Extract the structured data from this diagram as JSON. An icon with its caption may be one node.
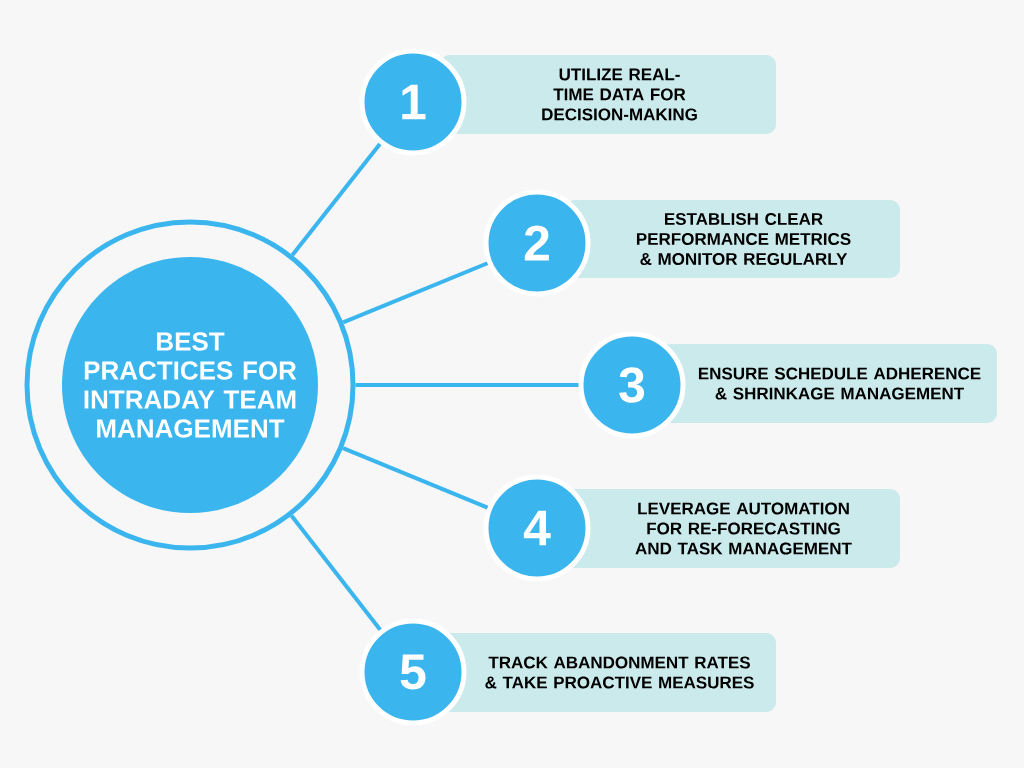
{
  "diagram": {
    "nodes": [
      {
        "text": [
          "BEST PRACTICES FOR INTRADAY TEAM MANAGEMENT"
        ]
      },
      {
        "text": [
          "1"
        ]
      },
      {
        "text": [
          "UTILIZE REAL-TIME DATA FOR DECISION-MAKING"
        ]
      },
      {
        "text": [
          "2"
        ]
      },
      {
        "text": [
          "ESTABLISH CLEAR PERFORMANCE METRICS & MONITOR REGULARLY"
        ]
      },
      {
        "text": [
          "3"
        ]
      },
      {
        "text": [
          "ENSURE SCHEDULE ADHERENCE & SHRINKAGE MANAGEMENT"
        ]
      },
      {
        "text": [
          "4"
        ]
      },
      {
        "text": [
          "LEVERAGE AUTOMATION FOR RE-FORECASTING AND TASK MANAGEMENT"
        ]
      },
      {
        "text": [
          "5"
        ]
      },
      {
        "text": [
          "TRACK ABANDONMENT RATES & TAKE PROACTIVE MEASURES"
        ]
      }
    ],
    "edges": [
      {
        "from": 0,
        "to": 1,
        "arrow": "none"
      },
      {
        "from": 0,
        "to": 3,
        "arrow": "none"
      },
      {
        "from": 0,
        "to": 5,
        "arrow": "none"
      },
      {
        "from": 0,
        "to": 7,
        "arrow": "none"
      },
      {
        "from": 0,
        "to": 9,
        "arrow": "none"
      }
    ]
  }
}
